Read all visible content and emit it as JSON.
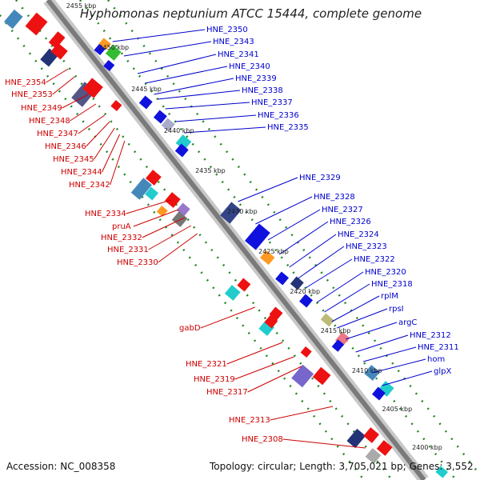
{
  "title": "Hyphomonas neptunium ATCC 15444, complete genome",
  "accession": "Accession: NC_008358",
  "topology": "Topology: circular; Length: 3,705,021 bp; Genes: 3,552",
  "ticks": [
    "2455 kbp",
    "2450 kbp",
    "2445 kbp",
    "2440 kbp",
    "2435 kbp",
    "2430 kbp",
    "2425 kbp",
    "2420 kbp",
    "2415 kbp",
    "2410 kbp",
    "2405 kbp",
    "2400 kbp"
  ],
  "genes_right": [
    "HNE_2350",
    "HNE_2343",
    "HNE_2341",
    "HNE_2340",
    "HNE_2339",
    "HNE_2338",
    "HNE_2337",
    "HNE_2336",
    "HNE_2335",
    "HNE_2329",
    "HNE_2328",
    "HNE_2327",
    "HNE_2326",
    "HNE_2324",
    "HNE_2323",
    "HNE_2322",
    "HNE_2320",
    "HNE_2318",
    "rplM",
    "rpsI",
    "argC",
    "HNE_2312",
    "HNE_2311",
    "hom",
    "glpX"
  ],
  "genes_left": [
    "HNE_2354",
    "HNE_2353",
    "HNE_2349",
    "HNE_2348",
    "HNE_2347",
    "HNE_2346",
    "HNE_2345",
    "HNE_2344",
    "HNE_2342",
    "HNE_2334",
    "pruA",
    "HNE_2332",
    "HNE_2331",
    "HNE_2330",
    "gabD",
    "HNE_2321",
    "HNE_2319",
    "HNE_2317",
    "HNE_2313",
    "HNE_2308"
  ],
  "colors": {
    "forward": "#ee1111",
    "reverse": "#1111dd",
    "backbone": "#888888",
    "tick_dots": "#228822",
    "right_label": "#0000cc",
    "left_label": "#cc0000"
  }
}
